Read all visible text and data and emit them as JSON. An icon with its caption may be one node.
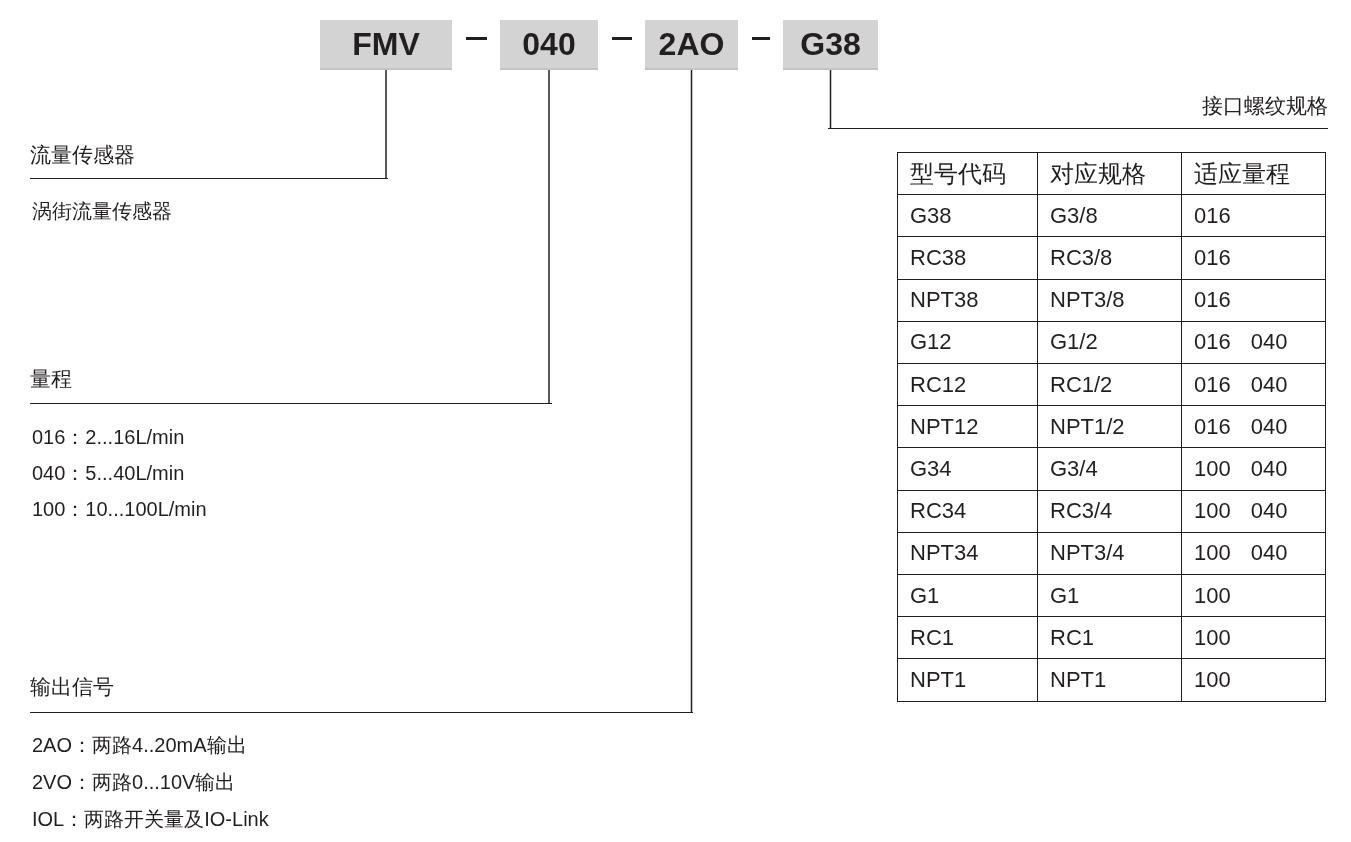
{
  "diagram": {
    "nodes": [
      {
        "text": [
          "FMV"
        ]
      },
      {
        "text": [
          "040"
        ]
      },
      {
        "text": [
          "2AO"
        ]
      },
      {
        "text": [
          "G38"
        ]
      },
      {
        "text": [
          "接口螺纹规格"
        ]
      },
      {
        "text": [
          "流量传感器"
        ],
        "beside": [
          "涡街流量传感器"
        ]
      },
      {
        "text": [
          "量程"
        ],
        "beside": [
          "016：2...16L/min",
          "040：5...40L/min",
          "100：10...100L/min"
        ]
      },
      {
        "text": [
          "输出信号"
        ],
        "beside": [
          "2AO：两路4..20mA输出",
          "2VO：两路0...10V输出",
          "IOL：两路开关量及IO-Link"
        ]
      }
    ],
    "edges": [
      {
        "from": 0,
        "to": 5,
        "arrow": "none"
      },
      {
        "from": 1,
        "to": 6,
        "arrow": "none"
      },
      {
        "from": 2,
        "to": 7,
        "arrow": "none"
      },
      {
        "from": 3,
        "to": 4,
        "arrow": "none"
      }
    ],
    "labels": [
      "型号代码",
      "对应规格",
      "适应量程",
      "G38",
      "G3/8",
      "016",
      "RC38",
      "RC3/8",
      "016",
      "NPT38",
      "NPT3/8",
      "016",
      "G12",
      "G1/2",
      "016 040",
      "RC12",
      "RC1/2",
      "016 040",
      "NPT12",
      "NPT1/2",
      "016 040",
      "G34",
      "G3/4",
      "100 040",
      "RC34",
      "RC3/4",
      "100 040",
      "NPT34",
      "NPT3/4",
      "100 040",
      "G1",
      "G1",
      "100",
      "RC1",
      "RC1",
      "100",
      "NPT1",
      "NPT1",
      "100"
    ]
  }
}
